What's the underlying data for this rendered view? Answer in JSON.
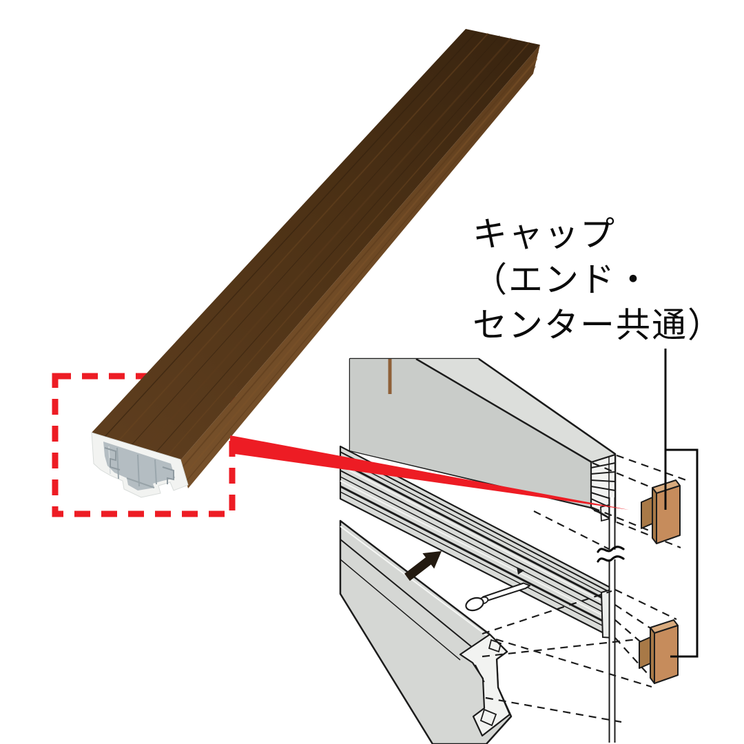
{
  "callout": {
    "text_lines": [
      "キャップ",
      "（エンド・",
      "センター共通）"
    ]
  },
  "icons": {
    "insert_direction_arrow": "arrow-up-right",
    "break_symbol": "double-tilde",
    "zoom_callout_wedge": "red-pointer-wedge"
  },
  "colors": {
    "red": "#ed1c24",
    "outline": "#1c1c1c",
    "label_text": "#0b0b0b",
    "rail_gray": "#d5d7d4",
    "rail_gray_light": "#dcdedb",
    "rail_gray_dark": "#c9ccc9",
    "cut_face": "#f2f3f1",
    "aluminum_hollow": "#b4bdc2",
    "wood_top_far": "#3a2510",
    "wood_top_near": "#5d3d1e",
    "wood_front_far": "#5e3d1d",
    "wood_front_near": "#76502a",
    "wood_strip": "#8f6038",
    "cap_front": "#c68c5c",
    "cap_top": "#d9ab7e",
    "cap_side": "#a87947"
  }
}
